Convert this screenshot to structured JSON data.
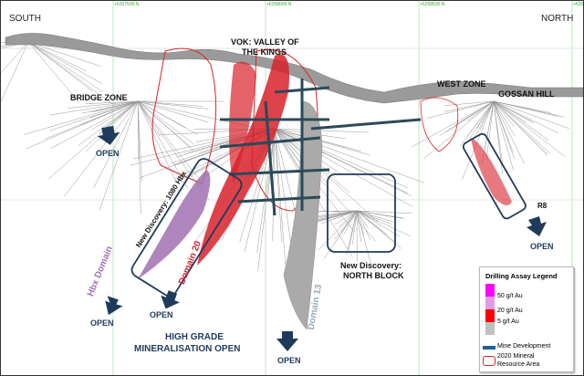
{
  "directions": {
    "south": "SOUTH",
    "north": "NORTH"
  },
  "grid_labels": [
    "+6257500 N",
    "+6258000 N",
    "+6258500 N",
    "+625"
  ],
  "zones": {
    "vok_line1": "VOK: VALLEY OF",
    "vok_line2": "THE KINGS",
    "bridge": "BRIDGE ZONE",
    "west": "WEST ZONE",
    "gossan": "GOSSAN HILL",
    "r8": "R8",
    "north_block_1": "New Discovery:",
    "north_block_2": "NORTH BLOCK"
  },
  "domains": {
    "hbx": "Hbx Domain",
    "d20": "Domain 20",
    "d13": "Domain 13",
    "hbx1080": "New Discovery: 1080 Hbx"
  },
  "open_labels": [
    "OPEN",
    "OPEN",
    "OPEN",
    "OPEN",
    "OPEN"
  ],
  "headline": {
    "line1": "HIGH GRADE",
    "line2": "MINERALISATION OPEN"
  },
  "legend": {
    "title": "Drilling Assay Legend",
    "items": [
      {
        "label": "50 g/t Au",
        "color": "#ff00ff"
      },
      {
        "label": "20 g/t Au",
        "color": "#e39be8"
      },
      {
        "label": "5 g/t Au",
        "color": "#ff0000"
      },
      {
        "label": "",
        "color": "#c0c0c0"
      }
    ],
    "mine_dev": "Mine Development",
    "mine_dev_color": "#1f5f9a",
    "resource_1": "2020 Mineral",
    "resource_2": "Resource Area",
    "resource_color": "#d22"
  }
}
